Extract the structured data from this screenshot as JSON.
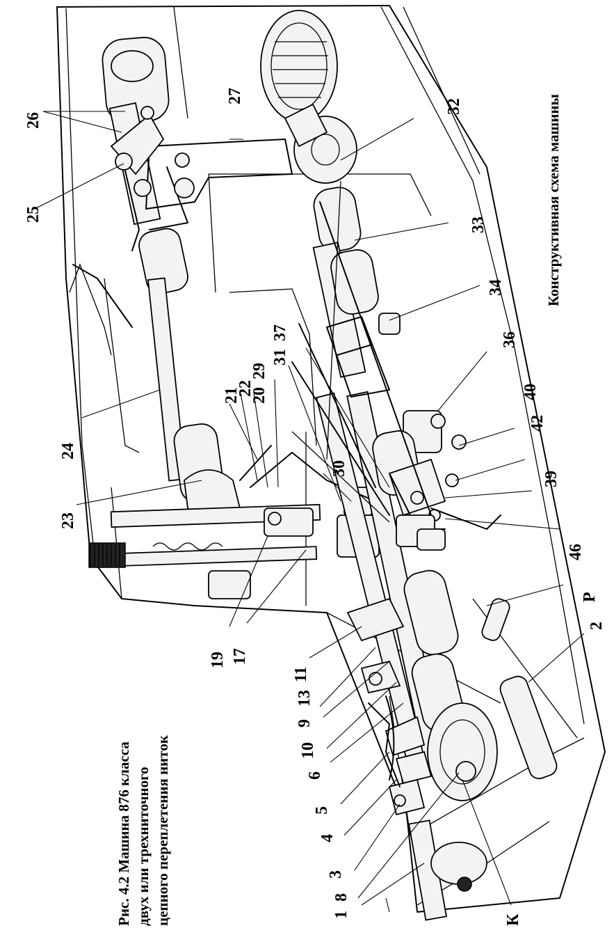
{
  "caption": {
    "line1": "Рис. 4.2 Машина 876 класса",
    "line2": "двух или трехниточного",
    "line3": "цепного переплетения ниток"
  },
  "side_title": "Конструктивная схема машины",
  "labels": {
    "n1": "1",
    "n8": "8",
    "n3": "3",
    "n4": "4",
    "n5": "5",
    "n6": "6",
    "n10": "10",
    "n9": "9",
    "n13": "13",
    "n11": "11",
    "n17": "17",
    "n19": "19",
    "n23": "23",
    "n24": "24",
    "n21": "21",
    "n22": "22",
    "n20": "20",
    "n29": "29",
    "n31": "31",
    "n37": "37",
    "n30": "30",
    "n25": "25",
    "n26": "26",
    "n27": "27",
    "n32": "32",
    "n33": "33",
    "n34": "34",
    "n36": "36",
    "n40": "40",
    "n42": "42",
    "n39": "39",
    "n46": "46",
    "n2": "2",
    "P": "Р",
    "K": "К"
  }
}
